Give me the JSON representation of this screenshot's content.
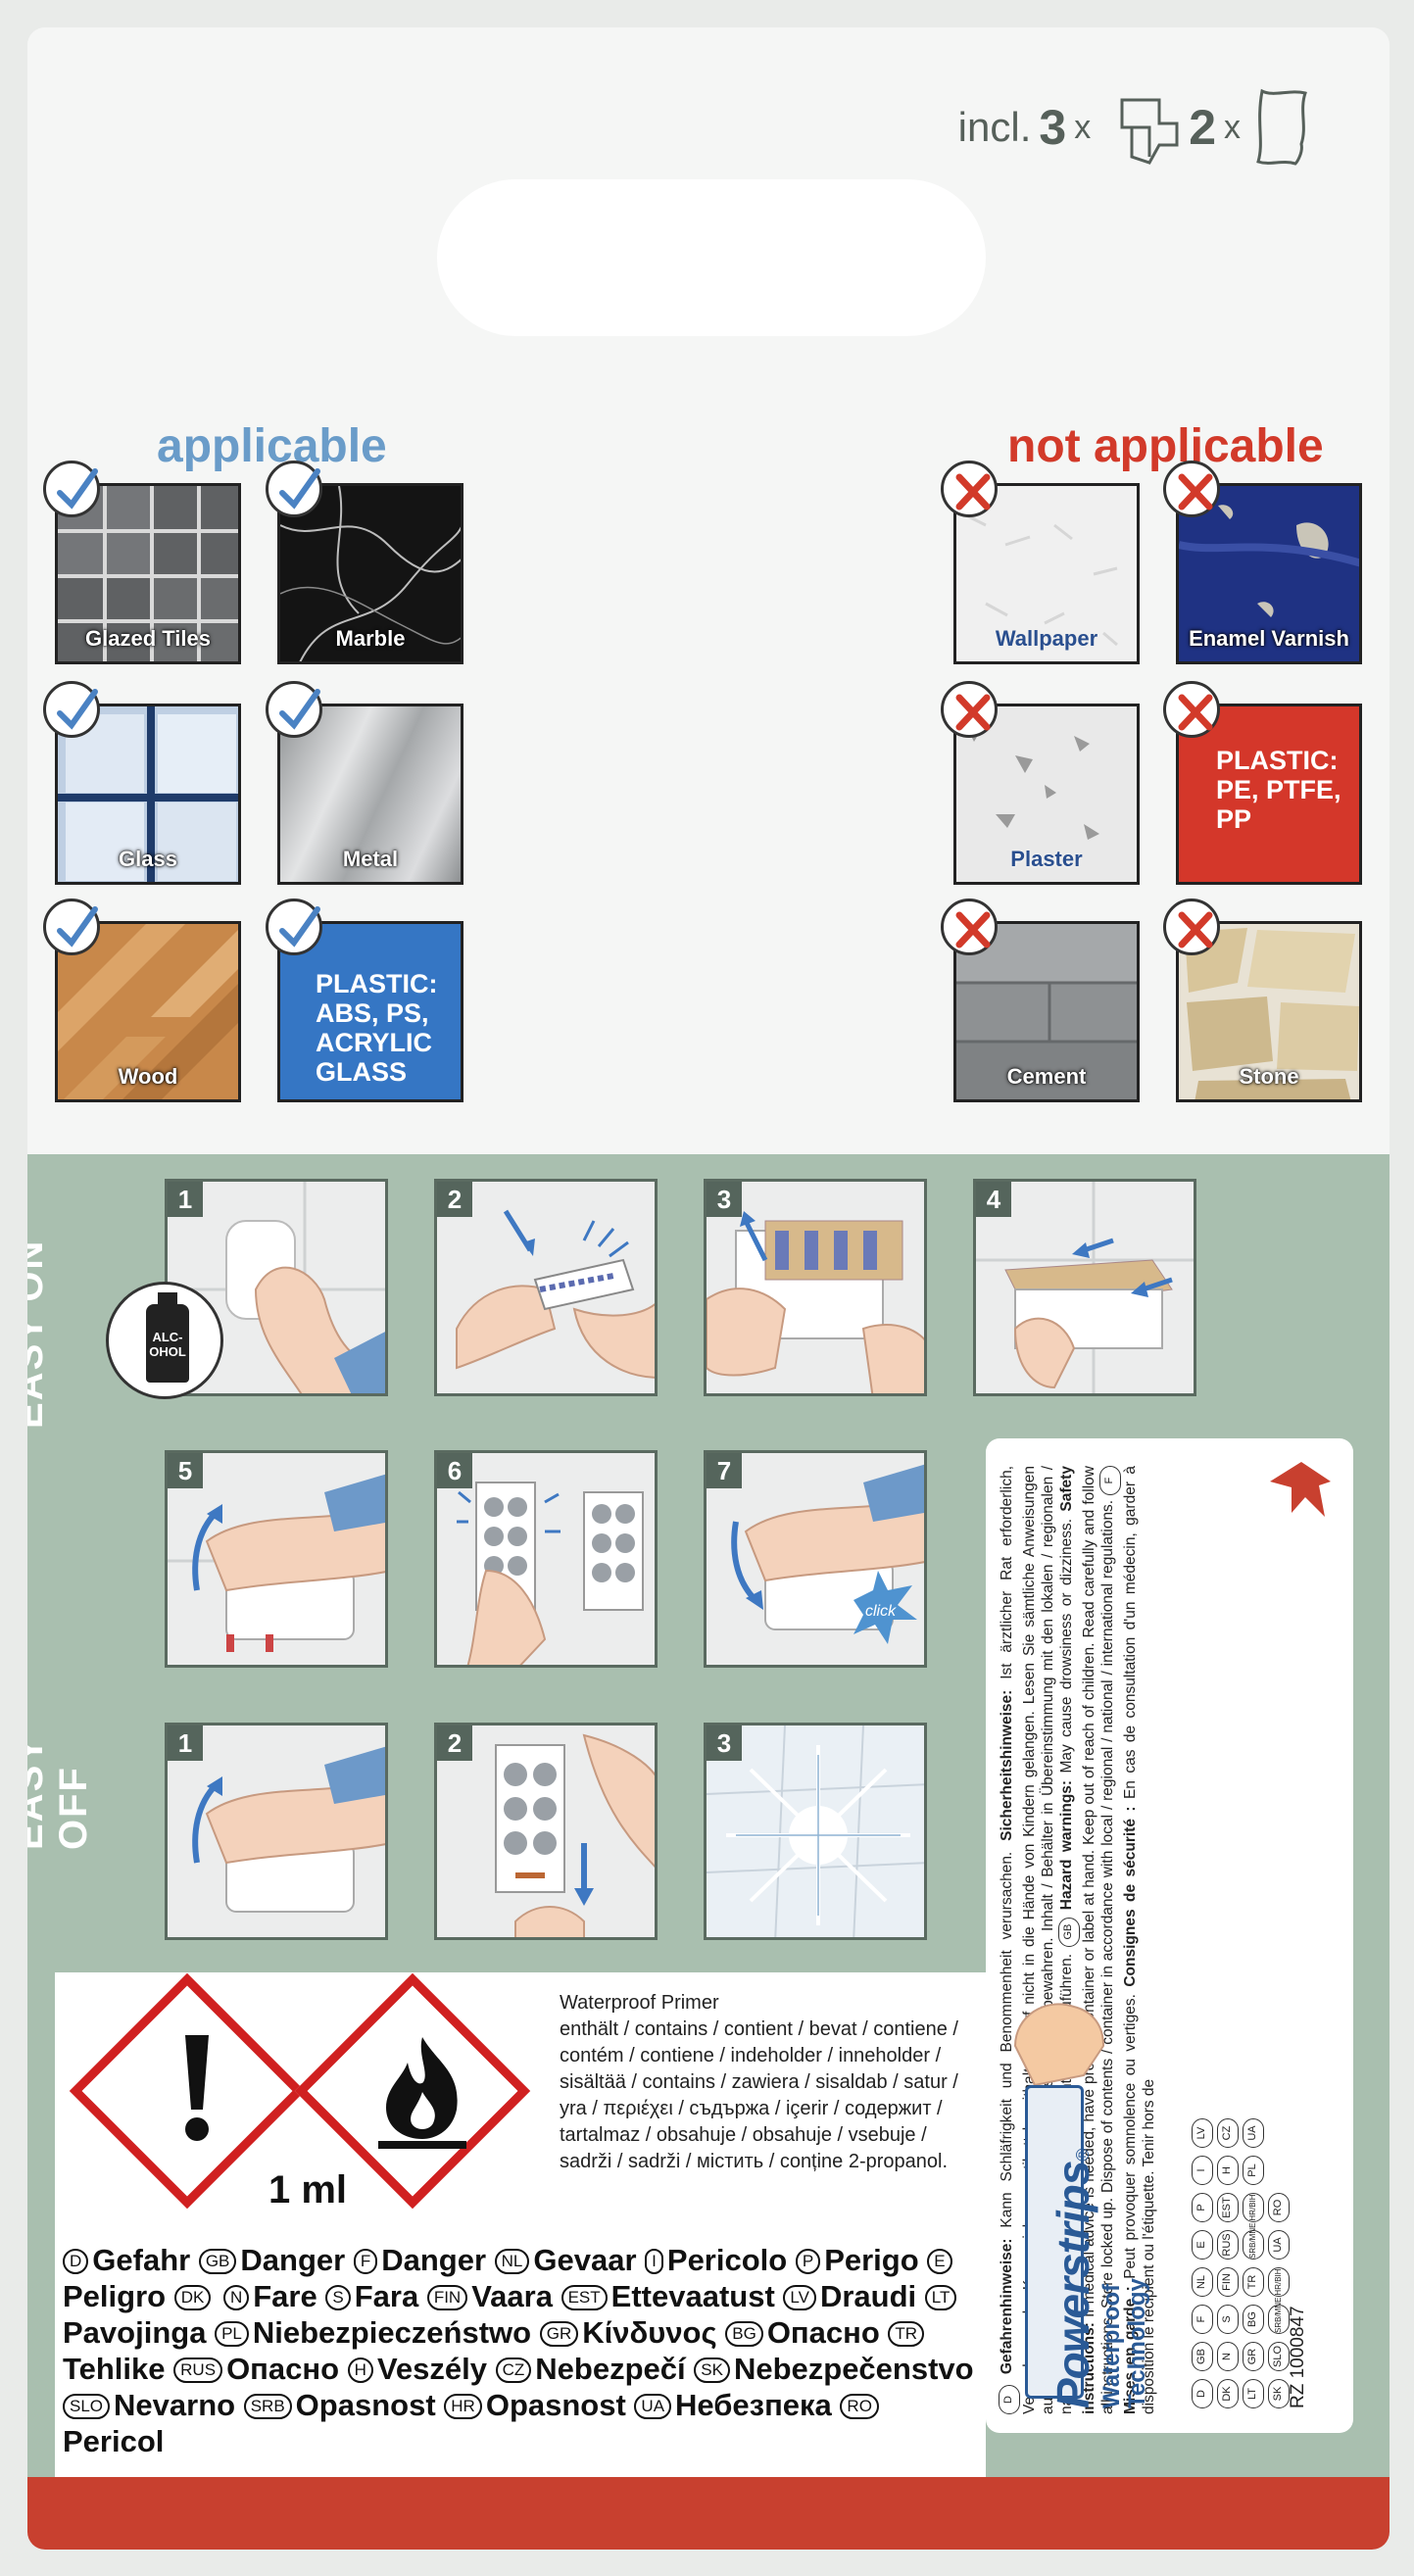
{
  "header": {
    "incl_prefix": "incl.",
    "hook_count": "3",
    "strip_count": "2",
    "times": "x",
    "hook_icon": "hook-outline-icon",
    "strip_icon": "strip-outline-icon"
  },
  "applicable": {
    "heading": "applicable",
    "tiles": [
      {
        "label": "Glazed Tiles"
      },
      {
        "label": "Marble"
      },
      {
        "label": "Glass"
      },
      {
        "label": "Metal"
      },
      {
        "label": "Wood"
      },
      {
        "label": "PLASTIC: ABS, PS, ACRYLIC GLASS",
        "lines": [
          "PLASTIC:",
          "ABS, PS,",
          "ACRYLIC",
          "GLASS"
        ]
      }
    ]
  },
  "not_applicable": {
    "heading": "not applicable",
    "tiles": [
      {
        "label": "Wallpaper"
      },
      {
        "label": "Enamel Varnish"
      },
      {
        "label": "Plaster"
      },
      {
        "label": "PLASTIC: PE, PTFE, PP",
        "lines": [
          "PLASTIC:",
          "PE, PTFE,",
          "PP"
        ]
      },
      {
        "label": "Cement"
      },
      {
        "label": "Stone"
      }
    ]
  },
  "instructions": {
    "easy_on_label": "EASY ON",
    "easy_off_label": "EASY OFF",
    "alcohol_label": [
      "ALC-",
      "OHOL"
    ],
    "easy_on_steps": [
      "1",
      "2",
      "3",
      "4",
      "5",
      "6",
      "7"
    ],
    "easy_off_steps": [
      "1",
      "2",
      "3"
    ],
    "click_label": "click"
  },
  "safety": {
    "text_de_label": "Gefahrenhinweise:",
    "text_de": "Kann Schläfrigkeit und Benommenheit verursachen.",
    "text_de2_label": "Sicherheitshinweise:",
    "text_de2": "Ist ärztlicher Rat erforderlich, Verpackung oder Kennzeichnungsetikett bereithalten. Darf nicht in die Hände von Kindern gelangen. Lesen Sie sämtliche Anweisungen aufmerksam und befolgen Sie diese. Unter Verschluss aufbewahren. Inhalt / Behälter in Übereinstimmung mit den lokalen / regionalen / nationalen / internationalen Vorschriften der Entsorgung zuführen.",
    "text_en_label": "Hazard warnings:",
    "text_en": "May cause drowsiness or dizziness.",
    "text_en2_label": "Safety instructions:",
    "text_en2": "If medical advice is needed, have product container or label at hand. Keep out of reach of children. Read carefully and follow all instructions. Store locked up. Dispose of contents / container in accordance with local / regional / national / international regulations.",
    "text_fr_label": "Mises en garde :",
    "text_fr": "Peut provoquer somnolence ou vertiges.",
    "text_fr2_label": "Consignes de sécurité :",
    "text_fr2": "En cas de consultation d'un médecin, garder à disposition le récipient ou l'étiquette. Tenir hors de",
    "code_de": "D",
    "code_gb": "GB",
    "code_f": "F",
    "brand_name": "Powerstrips",
    "brand_reg": "®",
    "brand_sub1": "Waterproof",
    "brand_sub2": "Technology",
    "rz": "RZ 1000847",
    "codes_row1": [
      "D",
      "GB",
      "F",
      "NL",
      "E",
      "P",
      "I",
      "LV"
    ],
    "codes_row2": [
      "DK",
      "N",
      "S",
      "FIN",
      "RUS",
      "EST",
      "H",
      "CZ"
    ],
    "codes_row3": [
      "LT",
      "GR",
      "BG",
      "TR",
      "SRB/MNE",
      "HR/BIH",
      "PL",
      "UA"
    ],
    "codes_row4": [
      "SK",
      "SLO",
      "SRB/MNE",
      "HR/BIH",
      "UA",
      "RO"
    ]
  },
  "hazard": {
    "amount": "1 ml",
    "primer_title": "Waterproof Primer",
    "primer_text": "enthält / contains / contient / bevat / contiene / contém / contiene / indeholder / inneholder / sisältää / contains / zawiera / sisaldab / satur / yra / περιέχει / съдържа / içerir / содержит / tartalmaz / obsahuje / obsahuje / vsebuje / sadrži / sadrži / містить / conține 2-propanol.",
    "warnings": [
      {
        "code": "D",
        "word": "Gefahr"
      },
      {
        "code": "GB",
        "word": "Danger"
      },
      {
        "code": "F",
        "word": "Danger"
      },
      {
        "code": "NL",
        "word": "Gevaar"
      },
      {
        "code": "I",
        "word": "Pericolo"
      },
      {
        "code": "P",
        "word": "Perigo"
      },
      {
        "code": "E",
        "word": "Peligro"
      },
      {
        "code": "DK",
        "word": ""
      },
      {
        "code": "N",
        "word": "Fare"
      },
      {
        "code": "S",
        "word": "Fara"
      },
      {
        "code": "FIN",
        "word": "Vaara"
      },
      {
        "code": "EST",
        "word": "Ettevaatust"
      },
      {
        "code": "LV",
        "word": "Draudi"
      },
      {
        "code": "LT",
        "word": "Pavojinga"
      },
      {
        "code": "PL",
        "word": "Niebezpieczeństwo"
      },
      {
        "code": "GR",
        "word": "Κίνδυνος"
      },
      {
        "code": "BG",
        "word": "Опасно"
      },
      {
        "code": "TR",
        "word": "Tehlike"
      },
      {
        "code": "RUS",
        "word": "Опасно"
      },
      {
        "code": "H",
        "word": "Veszély"
      },
      {
        "code": "CZ",
        "word": "Nebezpečí"
      },
      {
        "code": "SK",
        "word": "Nebezpečenstvo"
      },
      {
        "code": "SLO",
        "word": "Nevarno"
      },
      {
        "code": "SRB",
        "word": "Opasnost"
      },
      {
        "code": "HR",
        "word": "Opasnost"
      },
      {
        "code": "UA",
        "word": "Небезпека"
      },
      {
        "code": "RO",
        "word": "Pericol"
      }
    ]
  },
  "colors": {
    "applicable_blue": "#6a9cc9",
    "not_applicable_red": "#d23a2a",
    "panel_green": "#a9bfaf",
    "band_red": "#c8402f",
    "brand_blue": "#2a5a96"
  }
}
